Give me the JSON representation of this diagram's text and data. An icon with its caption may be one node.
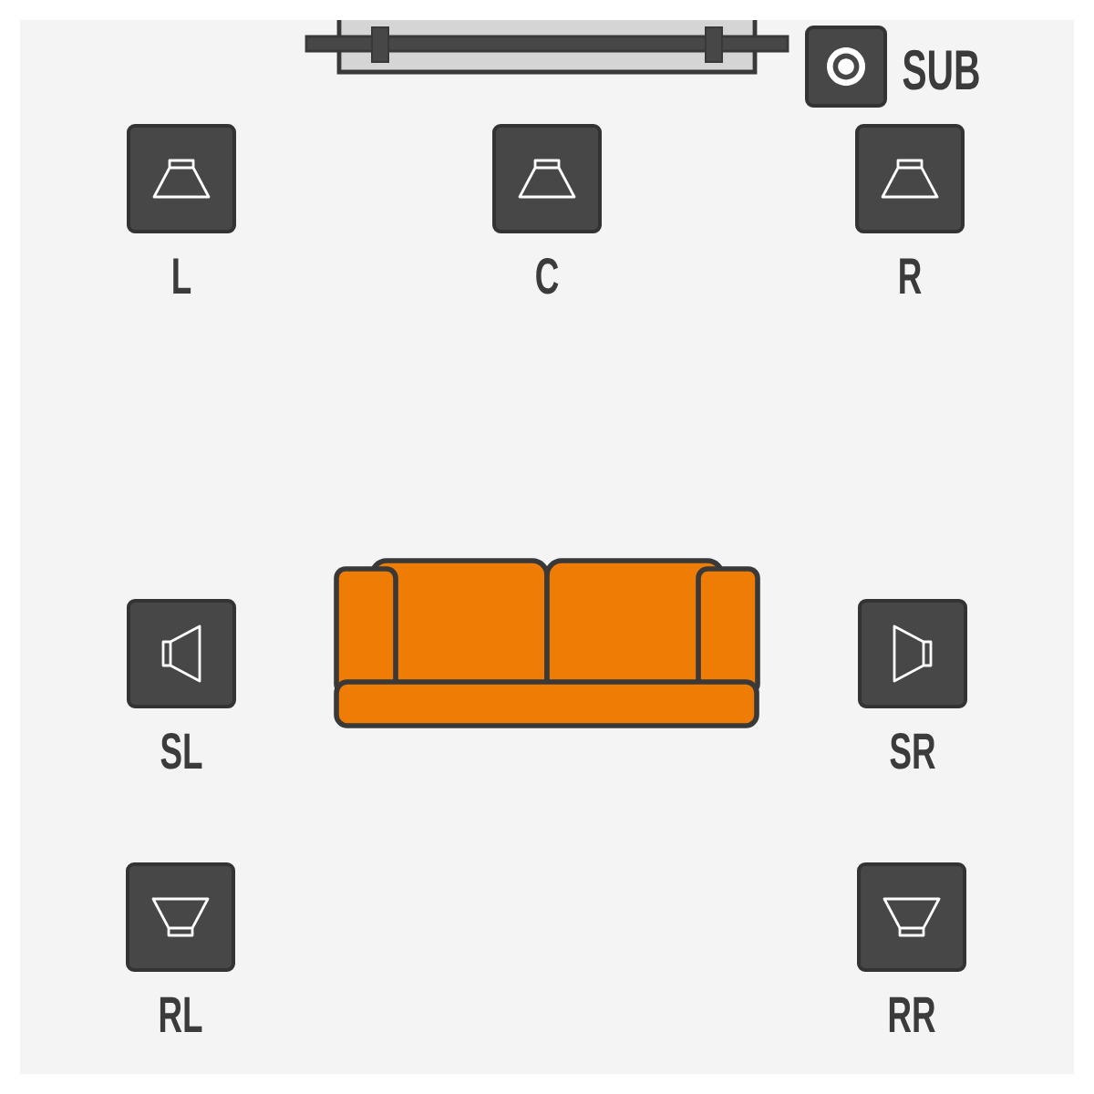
{
  "diagram": {
    "nodes": [
      {
        "text": [
          "SUB"
        ]
      },
      {
        "text": [
          "L"
        ]
      },
      {
        "text": [
          "C"
        ]
      },
      {
        "text": [
          "R"
        ]
      },
      {
        "text": [
          "SL"
        ]
      },
      {
        "text": [
          "SR"
        ]
      },
      {
        "text": [
          "RL"
        ]
      },
      {
        "text": [
          "RR"
        ]
      }
    ]
  }
}
